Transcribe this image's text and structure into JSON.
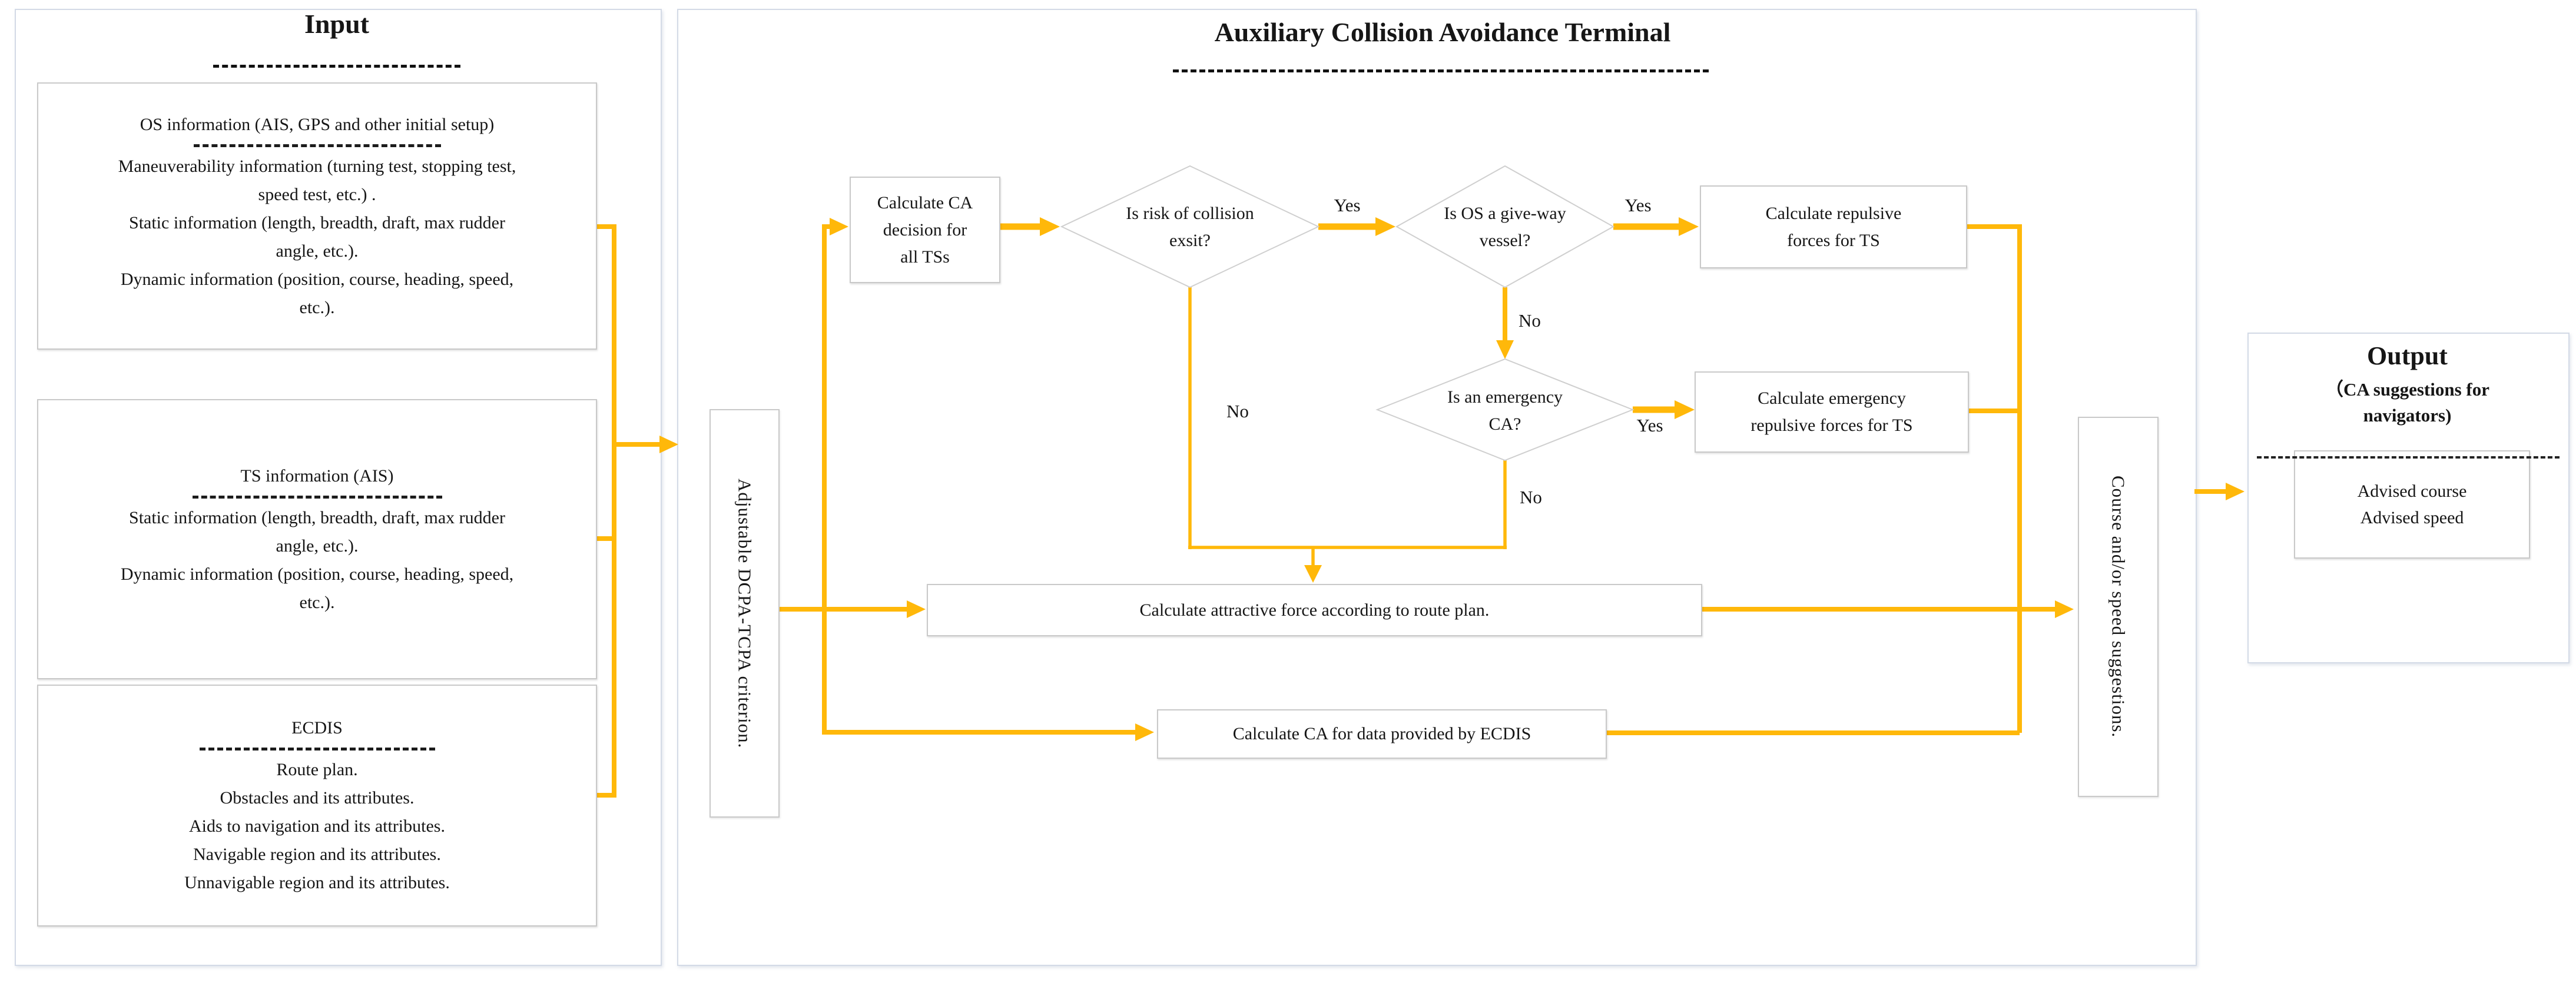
{
  "colors": {
    "accent": "#FFB80A",
    "box_border": "#c9c9c9",
    "panel_border": "#d3dae6",
    "dash_ink": "#1c1c1c"
  },
  "input_panel": {
    "title": "Input",
    "box1_lines": [
      "OS information (AIS, GPS and other initial setup)",
      "Maneuverability information (turning test, stopping test,",
      "speed test, etc.) .",
      "Static information (length, breadth, draft, max rudder",
      "angle, etc.).",
      "Dynamic information (position, course, heading, speed,",
      "etc.)."
    ],
    "box2_lines": [
      "TS information (AIS)",
      "Static information (length, breadth, draft, max rudder",
      "angle, etc.).",
      "Dynamic information (position, course, heading, speed,",
      "etc.)."
    ],
    "box3_lines": [
      "ECDIS",
      "Route plan.",
      "Obstacles and its attributes.",
      "Aids to navigation and its attributes.",
      "Navigable region and its attributes.",
      "Unnavigable region and its attributes."
    ]
  },
  "terminal_panel": {
    "title": "Auxiliary Collision Avoidance Terminal",
    "calc_ca_lines": [
      "Calculate CA",
      "decision for",
      "all TSs"
    ],
    "diamond_risk_lines": [
      "Is risk of collision",
      "exsit?"
    ],
    "diamond_giveway_lines": [
      "Is OS a give-way",
      "vessel?"
    ],
    "diamond_emergency_lines": [
      "Is an emergency",
      "CA?"
    ],
    "repulsive_lines": [
      "Calculate repulsive",
      "forces for TS"
    ],
    "emergency_lines": [
      "Calculate emergency",
      "repulsive forces for TS"
    ],
    "attractive_text": "Calculate attractive force according to route plan.",
    "ecdis_text": "Calculate CA for data provided by ECDIS",
    "adjustable_text": "Adjustable DCPA-TCPA criterion.",
    "course_text": "Course and/or speed suggestions.",
    "labels": {
      "yes1": "Yes",
      "yes2": "Yes",
      "yes3": "Yes",
      "no1": "No",
      "no2": "No",
      "no3": "No"
    }
  },
  "output_panel": {
    "title": "Output",
    "subtitle_line1": "（CA suggestions for",
    "subtitle_line2": "navigators)",
    "advised_line1": "Advised course",
    "advised_line2": "Advised speed"
  }
}
